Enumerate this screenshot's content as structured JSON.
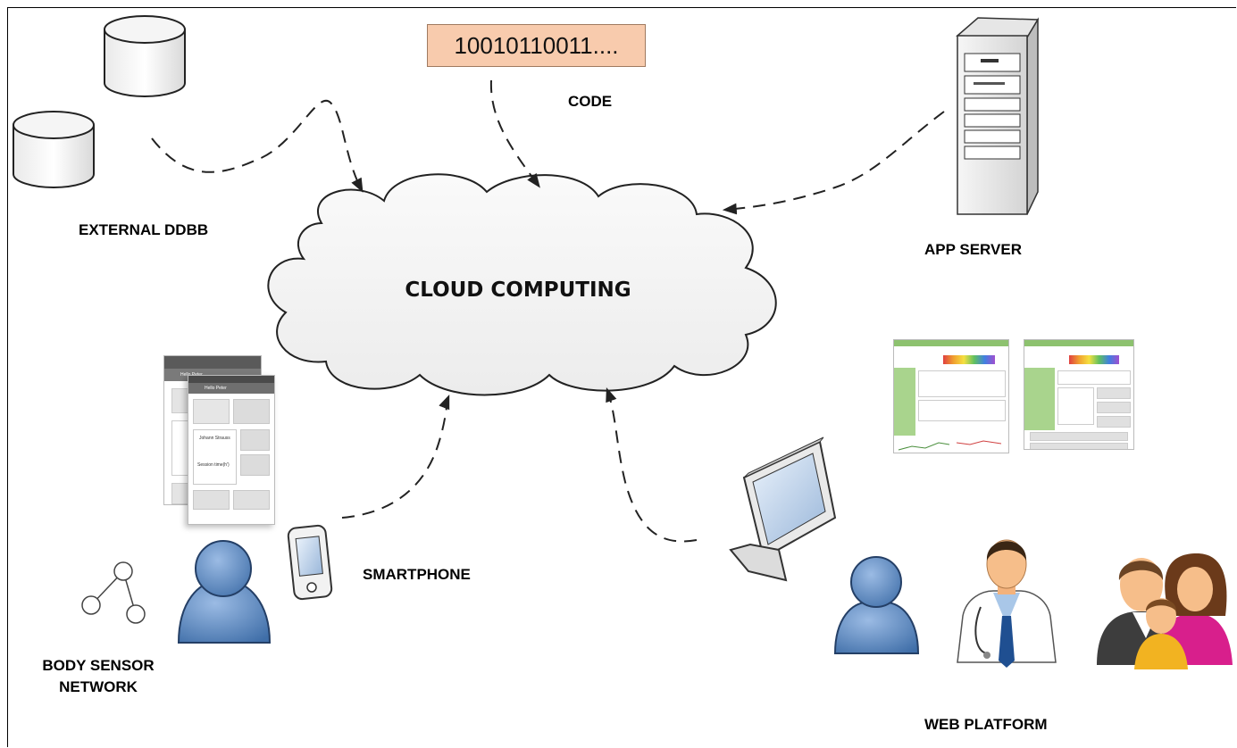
{
  "labels": {
    "code_value": "10010110011....",
    "code": "CODE",
    "external_ddbb": "EXTERNAL DDBB",
    "app_server": "APP SERVER",
    "cloud_computing": "CLOUD COMPUTING",
    "smartphone": "SMARTPHONE",
    "body_sensor_line1": "BODY SENSOR",
    "body_sensor_line2": "NETWORK",
    "web_platform": "WEB PLATFORM"
  },
  "phone_app": {
    "header_title": "Hello Peter",
    "patient_name": "Johann Strauss",
    "session_label": "Session time(h')"
  },
  "colors": {
    "code_box_fill": "#f8cbad",
    "cloud_fill": "#f4f4f4",
    "person_blue": "#5b86bf",
    "web_green": "#8dc26f"
  },
  "icons": [
    "database-icon",
    "server-icon",
    "cloud-icon",
    "smartphone-icon",
    "monitor-icon",
    "user-icon",
    "doctor-icon",
    "family-icon",
    "sensor-network-icon"
  ]
}
